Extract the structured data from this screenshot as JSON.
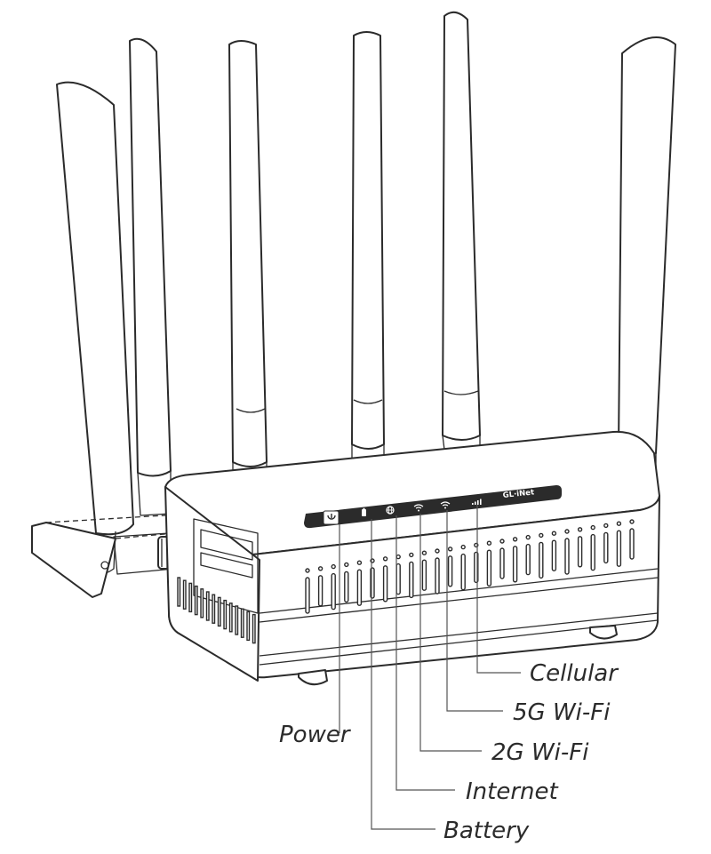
{
  "panel": {
    "brand": "GL·iNet"
  },
  "indicators": [
    {
      "id": "power",
      "icon": "power-icon"
    },
    {
      "id": "battery",
      "icon": "battery-icon"
    },
    {
      "id": "internet",
      "icon": "globe-icon"
    },
    {
      "id": "wifi-2g",
      "icon": "wifi-icon"
    },
    {
      "id": "wifi-5g",
      "icon": "wifi-icon"
    },
    {
      "id": "cellular",
      "icon": "signal-bars-icon"
    }
  ],
  "labels": {
    "cellular": "Cellular",
    "wifi_5g": "5G Wi-Fi",
    "power": "Power",
    "wifi_2g": "2G Wi-Fi",
    "internet": "Internet",
    "battery": "Battery"
  },
  "colors": {
    "line": "#2b2b2b",
    "panel": "#2b2b2b",
    "background": "#ffffff"
  }
}
